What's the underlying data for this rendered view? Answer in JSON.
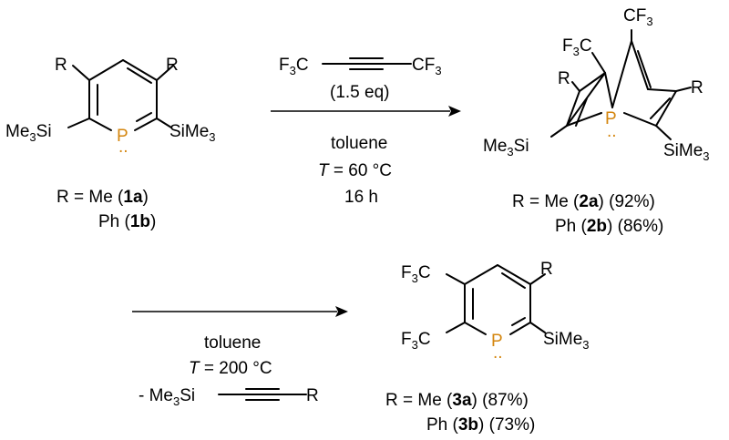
{
  "colors": {
    "phosphorus": "#d4860f",
    "ink": "#000000",
    "background": "#ffffff"
  },
  "compound_1": {
    "r_left": "R",
    "r_right": "R",
    "p": "P",
    "lone_pair": "..",
    "si_left": "Me",
    "si_left_sub": "3",
    "si_left_end": "Si",
    "si_right": "SiMe",
    "si_right_sub": "3",
    "label_line1_prefix": "R = Me (",
    "label_line1_bold": "1a",
    "label_line1_suffix": ")",
    "label_line2_prefix": "Ph (",
    "label_line2_bold": "1b",
    "label_line2_suffix": ")"
  },
  "step_1": {
    "reagent_left": "F",
    "reagent_left_sub": "3",
    "reagent_left_end": "C",
    "reagent_right": "CF",
    "reagent_right_sub": "3",
    "equiv": "(1.5 eq)",
    "solvent": "toluene",
    "temp_var": "T",
    "temp_val": " = 60 °C",
    "time": "16 h"
  },
  "compound_2": {
    "cf3_top": "CF",
    "cf3_top_sub": "3",
    "f3c_left": "F",
    "f3c_left_sub": "3",
    "f3c_left_end": "C",
    "r_left": "R",
    "r_right": "R",
    "p": "P",
    "lone_pair": "..",
    "si_left": "Me",
    "si_left_sub": "3",
    "si_left_end": "Si",
    "si_right": "SiMe",
    "si_right_sub": "3",
    "label_line1_prefix": "R = Me (",
    "label_line1_bold": "2a",
    "label_line1_suffix": ") (92%)",
    "label_line2_prefix": "Ph (",
    "label_line2_bold": "2b",
    "label_line2_suffix": ") (86%)"
  },
  "step_2": {
    "solvent": "toluene",
    "temp_var": "T",
    "temp_val": " = 200 °C",
    "byproduct_prefix": "- Me",
    "byproduct_sub": "3",
    "byproduct_si": "Si",
    "byproduct_r": "R"
  },
  "compound_3": {
    "f3c_top": "F",
    "f3c_top_sub": "3",
    "f3c_top_end": "C",
    "f3c_bottom": "F",
    "f3c_bottom_sub": "3",
    "f3c_bottom_end": "C",
    "r_right": "R",
    "p": "P",
    "lone_pair": "..",
    "si_right": "SiMe",
    "si_right_sub": "3",
    "label_line1_prefix": "R = Me (",
    "label_line1_bold": "3a",
    "label_line1_suffix": ") (87%)",
    "label_line2_prefix": "Ph (",
    "label_line2_bold": "3b",
    "label_line2_suffix": ") (73%)"
  }
}
